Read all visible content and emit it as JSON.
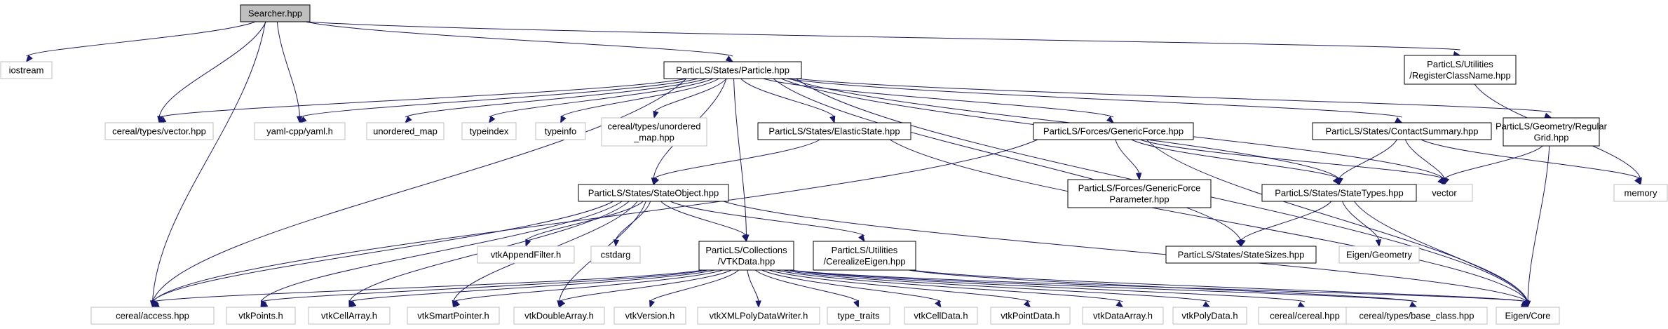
{
  "graph": {
    "root": "Searcher.hpp",
    "colors": {
      "edge": "#191970",
      "root_fill": "#bfbfbf",
      "internal_border": "#000000",
      "external_border": "#bfbfbf",
      "background": "#ffffff"
    },
    "nodes": [
      {
        "id": "searcher",
        "lines": [
          "Searcher.hpp"
        ],
        "kind": "root"
      },
      {
        "id": "iostream",
        "lines": [
          "iostream"
        ],
        "kind": "external"
      },
      {
        "id": "particle",
        "lines": [
          "ParticLS/States/Particle.hpp"
        ],
        "kind": "internal"
      },
      {
        "id": "registerclass",
        "lines": [
          "ParticLS/Utilities",
          "/RegisterClassName.hpp"
        ],
        "kind": "internal"
      },
      {
        "id": "cereal_vector",
        "lines": [
          "cereal/types/vector.hpp"
        ],
        "kind": "external"
      },
      {
        "id": "yaml",
        "lines": [
          "yaml-cpp/yaml.h"
        ],
        "kind": "external"
      },
      {
        "id": "unordered_map",
        "lines": [
          "unordered_map"
        ],
        "kind": "external"
      },
      {
        "id": "typeindex",
        "lines": [
          "typeindex"
        ],
        "kind": "external"
      },
      {
        "id": "typeinfo",
        "lines": [
          "typeinfo"
        ],
        "kind": "external"
      },
      {
        "id": "cereal_umap",
        "lines": [
          "cereal/types/unordered",
          "_map.hpp"
        ],
        "kind": "external"
      },
      {
        "id": "elasticstate",
        "lines": [
          "ParticLS/States/ElasticState.hpp"
        ],
        "kind": "internal"
      },
      {
        "id": "genericforce",
        "lines": [
          "ParticLS/Forces/GenericForce.hpp"
        ],
        "kind": "internal"
      },
      {
        "id": "contactsummary",
        "lines": [
          "ParticLS/States/ContactSummary.hpp"
        ],
        "kind": "internal"
      },
      {
        "id": "regulargrid",
        "lines": [
          "ParticLS/Geometry/Regular",
          "Grid.hpp"
        ],
        "kind": "internal"
      },
      {
        "id": "vector",
        "lines": [
          "vector"
        ],
        "kind": "external"
      },
      {
        "id": "memory",
        "lines": [
          "memory"
        ],
        "kind": "external"
      },
      {
        "id": "stateobject",
        "lines": [
          "ParticLS/States/StateObject.hpp"
        ],
        "kind": "internal"
      },
      {
        "id": "gfparam",
        "lines": [
          "ParticLS/Forces/GenericForce",
          "Parameter.hpp"
        ],
        "kind": "internal"
      },
      {
        "id": "statetypes",
        "lines": [
          "ParticLS/States/StateTypes.hpp"
        ],
        "kind": "internal"
      },
      {
        "id": "vtkappend",
        "lines": [
          "vtkAppendFilter.h"
        ],
        "kind": "external"
      },
      {
        "id": "cstdarg",
        "lines": [
          "cstdarg"
        ],
        "kind": "external"
      },
      {
        "id": "vtkdata",
        "lines": [
          "ParticLS/Collections",
          "/VTKData.hpp"
        ],
        "kind": "internal"
      },
      {
        "id": "cerealizeeigen",
        "lines": [
          "ParticLS/Utilities",
          "/CerealizeEigen.hpp"
        ],
        "kind": "internal"
      },
      {
        "id": "statesizes",
        "lines": [
          "ParticLS/States/StateSizes.hpp"
        ],
        "kind": "internal"
      },
      {
        "id": "eigengeom",
        "lines": [
          "Eigen/Geometry"
        ],
        "kind": "external"
      },
      {
        "id": "cereal_access",
        "lines": [
          "cereal/access.hpp"
        ],
        "kind": "external"
      },
      {
        "id": "vtkpoints",
        "lines": [
          "vtkPoints.h"
        ],
        "kind": "external"
      },
      {
        "id": "vtkcellarray",
        "lines": [
          "vtkCellArray.h"
        ],
        "kind": "external"
      },
      {
        "id": "vtksmartptr",
        "lines": [
          "vtkSmartPointer.h"
        ],
        "kind": "external"
      },
      {
        "id": "vtkdoublearray",
        "lines": [
          "vtkDoubleArray.h"
        ],
        "kind": "external"
      },
      {
        "id": "vtkversion",
        "lines": [
          "vtkVersion.h"
        ],
        "kind": "external"
      },
      {
        "id": "vtkxml",
        "lines": [
          "vtkXMLPolyDataWriter.h"
        ],
        "kind": "external"
      },
      {
        "id": "type_traits",
        "lines": [
          "type_traits"
        ],
        "kind": "external"
      },
      {
        "id": "vtkcelldata",
        "lines": [
          "vtkCellData.h"
        ],
        "kind": "external"
      },
      {
        "id": "vtkpointdata",
        "lines": [
          "vtkPointData.h"
        ],
        "kind": "external"
      },
      {
        "id": "vtkdataarray",
        "lines": [
          "vtkDataArray.h"
        ],
        "kind": "external"
      },
      {
        "id": "vtkpolydata",
        "lines": [
          "vtkPolyData.h"
        ],
        "kind": "external"
      },
      {
        "id": "cereal_cereal",
        "lines": [
          "cereal/cereal.hpp"
        ],
        "kind": "external"
      },
      {
        "id": "cereal_baseclass",
        "lines": [
          "cereal/types/base_class.hpp"
        ],
        "kind": "external"
      },
      {
        "id": "eigencore",
        "lines": [
          "Eigen/Core"
        ],
        "kind": "external"
      }
    ],
    "edges": [
      [
        "searcher",
        "iostream"
      ],
      [
        "searcher",
        "particle"
      ],
      [
        "searcher",
        "registerclass"
      ],
      [
        "searcher",
        "cereal_vector"
      ],
      [
        "searcher",
        "yaml"
      ],
      [
        "searcher",
        "cereal_access"
      ],
      [
        "registerclass",
        "memory"
      ],
      [
        "particle",
        "cereal_vector"
      ],
      [
        "particle",
        "yaml"
      ],
      [
        "particle",
        "unordered_map"
      ],
      [
        "particle",
        "typeindex"
      ],
      [
        "particle",
        "typeinfo"
      ],
      [
        "particle",
        "cereal_umap"
      ],
      [
        "particle",
        "elasticstate"
      ],
      [
        "particle",
        "genericforce"
      ],
      [
        "particle",
        "contactsummary"
      ],
      [
        "particle",
        "regulargrid"
      ],
      [
        "particle",
        "vector"
      ],
      [
        "particle",
        "stateobject"
      ],
      [
        "particle",
        "vtkdata"
      ],
      [
        "particle",
        "statesizes"
      ],
      [
        "particle",
        "statetypes"
      ],
      [
        "particle",
        "eigencore"
      ],
      [
        "particle",
        "cereal_access"
      ],
      [
        "elasticstate",
        "stateobject"
      ],
      [
        "elasticstate",
        "eigencore"
      ],
      [
        "genericforce",
        "cereal_access"
      ],
      [
        "genericforce",
        "gfparam"
      ],
      [
        "genericforce",
        "statetypes"
      ],
      [
        "genericforce",
        "vector"
      ],
      [
        "genericforce",
        "eigencore"
      ],
      [
        "contactsummary",
        "statetypes"
      ],
      [
        "contactsummary",
        "vector"
      ],
      [
        "contactsummary",
        "memory"
      ],
      [
        "regulargrid",
        "vector"
      ],
      [
        "regulargrid",
        "eigencore"
      ],
      [
        "statetypes",
        "statesizes"
      ],
      [
        "statetypes",
        "eigengeom"
      ],
      [
        "statetypes",
        "eigencore"
      ],
      [
        "stateobject",
        "vtkappend"
      ],
      [
        "stateobject",
        "cstdarg"
      ],
      [
        "stateobject",
        "vtkdata"
      ],
      [
        "stateobject",
        "cerealizeeigen"
      ],
      [
        "stateobject",
        "cereal_access"
      ],
      [
        "stateobject",
        "vtkpoints"
      ],
      [
        "stateobject",
        "vtkcellarray"
      ],
      [
        "stateobject",
        "vtksmartptr"
      ],
      [
        "stateobject",
        "vtkdoublearray"
      ],
      [
        "stateobject",
        "eigencore"
      ],
      [
        "cerealizeeigen",
        "eigencore"
      ],
      [
        "cerealizeeigen",
        "cereal_baseclass"
      ],
      [
        "vtkdata",
        "cereal_access"
      ],
      [
        "vtkdata",
        "vtkpoints"
      ],
      [
        "vtkdata",
        "vtkcellarray"
      ],
      [
        "vtkdata",
        "vtksmartptr"
      ],
      [
        "vtkdata",
        "vtkdoublearray"
      ],
      [
        "vtkdata",
        "vtkversion"
      ],
      [
        "vtkdata",
        "vtkxml"
      ],
      [
        "vtkdata",
        "type_traits"
      ],
      [
        "vtkdata",
        "vtkcelldata"
      ],
      [
        "vtkdata",
        "vtkpointdata"
      ],
      [
        "vtkdata",
        "vtkdataarray"
      ],
      [
        "vtkdata",
        "vtkpolydata"
      ],
      [
        "vtkdata",
        "cereal_cereal"
      ],
      [
        "vtkdata",
        "cereal_baseclass"
      ],
      [
        "vtkdata",
        "eigencore"
      ]
    ]
  }
}
